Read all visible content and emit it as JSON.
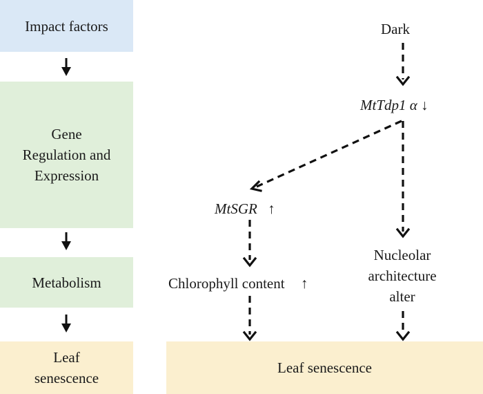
{
  "colors": {
    "blue_box": "#dae8f6",
    "green_box": "#e0efda",
    "yellow_box": "#fbefcf",
    "arrow": "#111111"
  },
  "left_column": {
    "impact_factors": "Impact factors",
    "gene_regulation_line1": "Gene",
    "gene_regulation_line2": "Regulation and",
    "gene_regulation_line3": "Expression",
    "metabolism": "Metabolism",
    "leaf_senescence_line1": "Leaf",
    "leaf_senescence_line2": "senescence"
  },
  "right_column": {
    "dark": "Dark",
    "mttdp1_name": "MtTdp1",
    "mttdp1_alpha": "α",
    "mttdp1_arrow": "↓",
    "mtsgr_name": "MtSGR",
    "mtsgr_arrow": "↑",
    "chlorophyll": "Chlorophyll content",
    "chlorophyll_arrow": "↑",
    "nucleolar_line1": "Nucleolar",
    "nucleolar_line2": "architecture",
    "nucleolar_line3": "alter",
    "leaf_senescence": "Leaf senescence"
  }
}
